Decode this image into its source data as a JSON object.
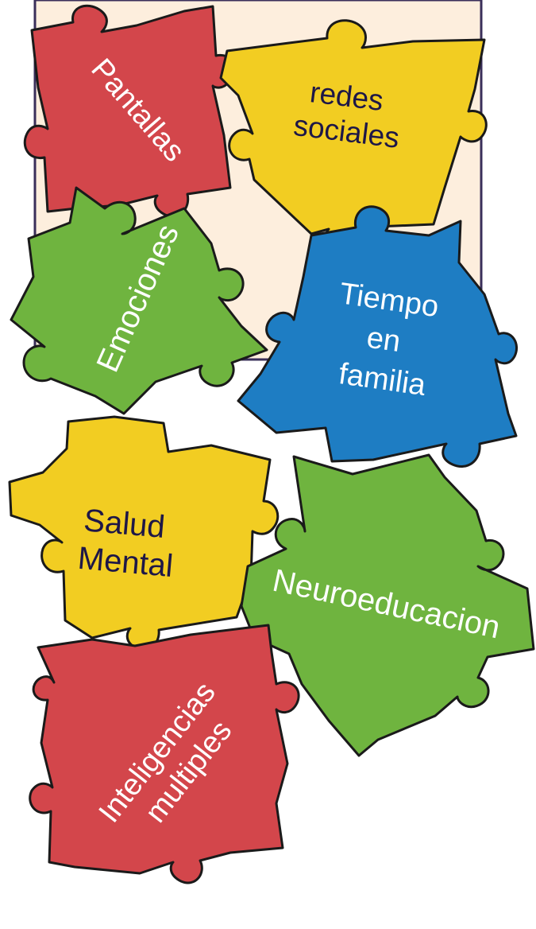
{
  "colors": {
    "background_panel": "#fdeedd",
    "panel_border": "#3a2f5a",
    "red": "#d3464b",
    "yellow": "#f2cd22",
    "green": "#6fb43f",
    "blue": "#1e7dc3",
    "outline": "#1a1a1a",
    "dark_text": "#1e1747",
    "light_text": "#ffffff"
  },
  "pieces": [
    {
      "id": "pantallas",
      "color": "red",
      "label": [
        "Pantallas"
      ]
    },
    {
      "id": "redes-sociales",
      "color": "yellow",
      "label": [
        "redes",
        "sociales"
      ]
    },
    {
      "id": "emociones",
      "color": "green",
      "label": [
        "Emociones"
      ]
    },
    {
      "id": "tiempo-en-familia",
      "color": "blue",
      "label": [
        "Tiempo",
        "en",
        "familia"
      ]
    },
    {
      "id": "salud-mental",
      "color": "yellow",
      "label": [
        "Salud",
        "Mental"
      ]
    },
    {
      "id": "neuroeducacion",
      "color": "green",
      "label": [
        "Neuroeducacion"
      ]
    },
    {
      "id": "inteligencias-multiples",
      "color": "red",
      "label": [
        "Inteligencias",
        "multiples"
      ]
    }
  ]
}
